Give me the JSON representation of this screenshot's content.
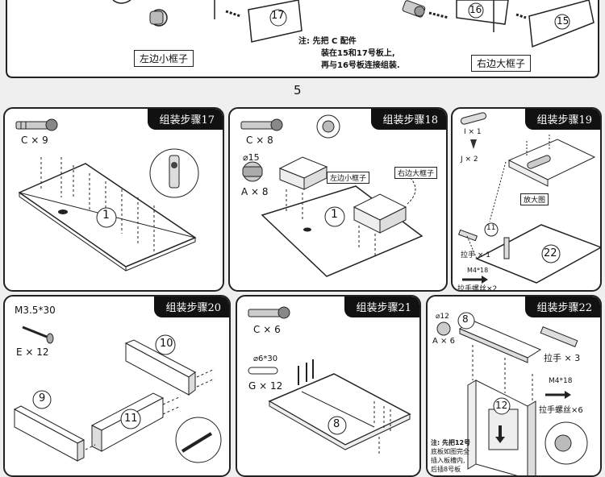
{
  "top": {
    "note_line1": "注: 先把 C 配件",
    "note_line2": "装在15和17号板上,",
    "note_line3": "再与16号板连接组装.",
    "left_frame_label": "左边小框子",
    "right_frame_label": "右边大框子",
    "part_17": "17",
    "part_16": "16",
    "part_15": "15",
    "page_number": "5"
  },
  "steps": [
    {
      "title": "组装步骤17",
      "c_label": "C × 9",
      "part": "1"
    },
    {
      "title": "组装步骤18",
      "c_label": "C × 8",
      "a_size": "⌀15",
      "a_label": "A × 8",
      "left_box_label": "左边小框子",
      "right_box_label": "右边大框子",
      "part": "1"
    },
    {
      "title": "组装步骤19",
      "i_label": "I × 1",
      "j_label": "J × 2",
      "zoom_label": "放大图",
      "handle_label": "拉手 × 1",
      "screw_size": "M4*18",
      "screw_label": "拉手螺丝×2",
      "part_a": "11",
      "part_b": "22"
    },
    {
      "title": "组装步骤20",
      "e_size": "M3.5*30",
      "e_label": "E × 12",
      "part_a": "10",
      "part_b": "9",
      "part_c": "11"
    },
    {
      "title": "组装步骤21",
      "c_label": "C × 6",
      "g_size": "⌀6*30",
      "g_label": "G × 12",
      "part": "8"
    },
    {
      "title": "组装步骤22",
      "a_size": "⌀12",
      "a_label": "A × 6",
      "handle_label": "拉手 × 3",
      "screw_size": "M4*18",
      "screw_label": "拉手螺丝×6",
      "part_a": "8",
      "part_b": "12",
      "note_line1": "注: 先把12号",
      "note_line2": "底板如图完全",
      "note_line3": "插入板槽内,",
      "note_line4": "后插8号板"
    }
  ]
}
